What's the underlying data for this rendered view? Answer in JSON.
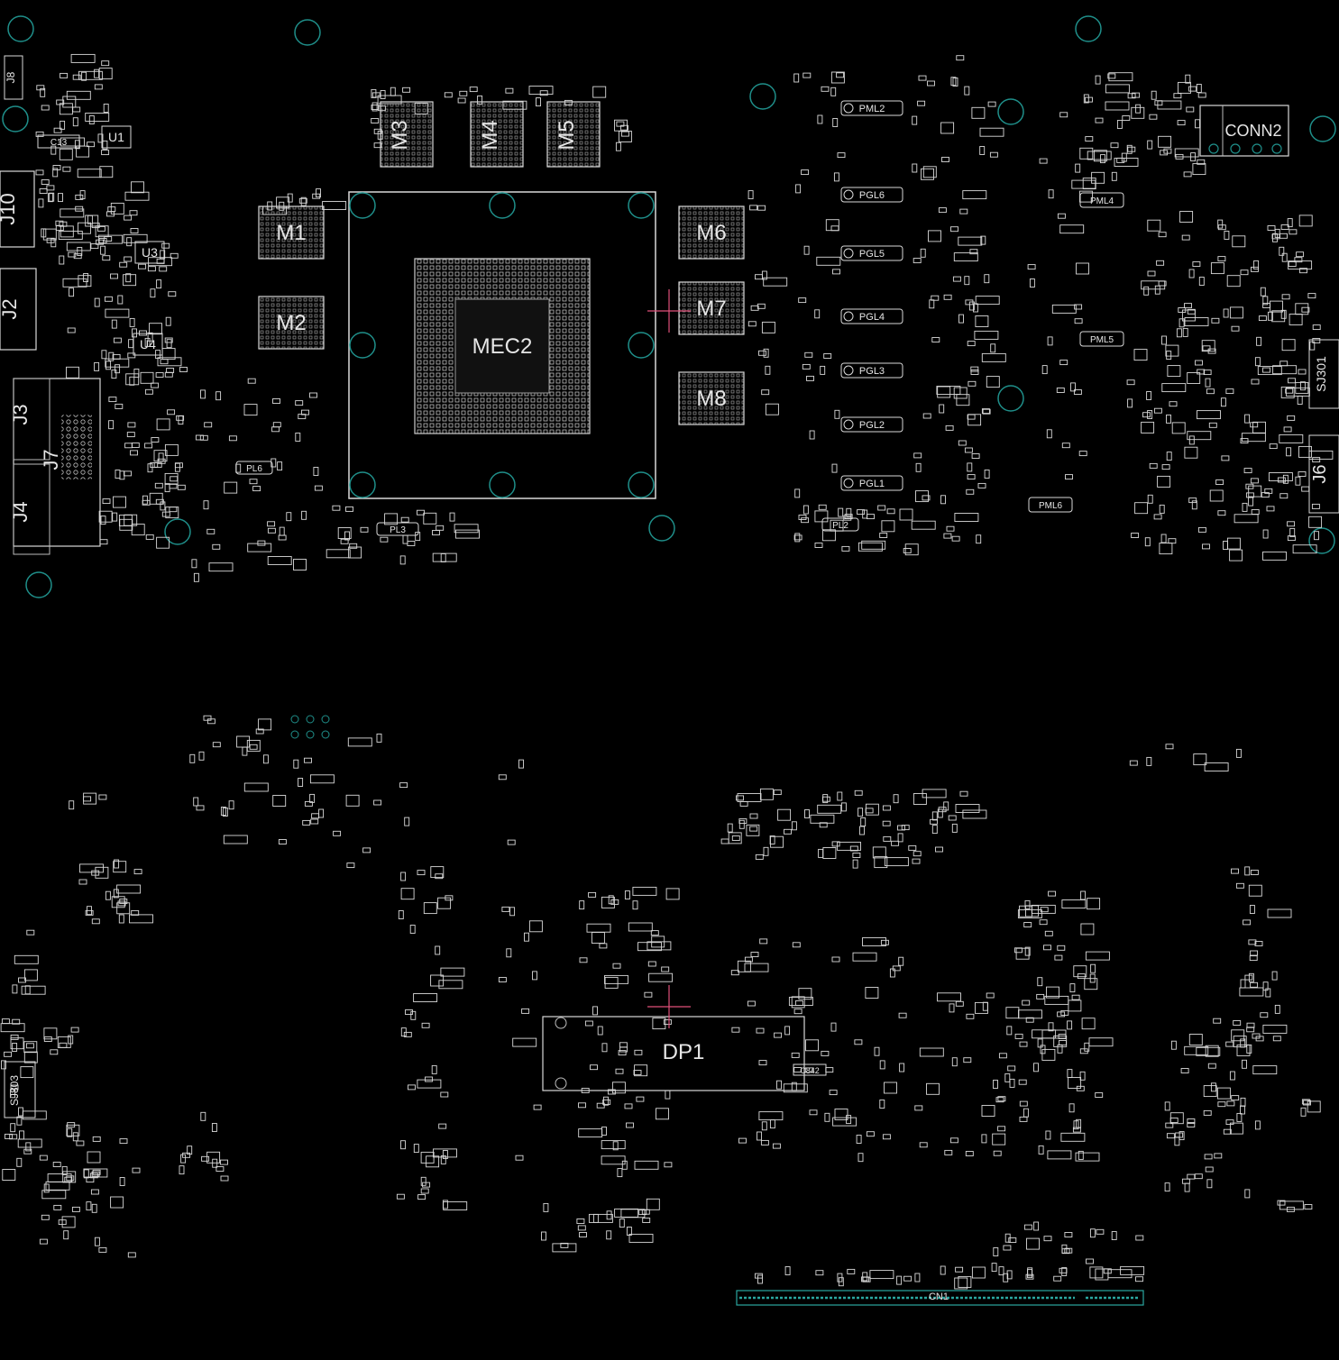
{
  "board": {
    "background": "#000000",
    "silk_color": "#d9d9d9",
    "hole_color": "#1f8f8a",
    "cross_color": "#e0507a",
    "cn_color": "#2aa7a0"
  },
  "labels": {
    "mec2": "MEC2",
    "m1": "M1",
    "m2": "M2",
    "m3": "M3",
    "m4": "M4",
    "m5": "M5",
    "m6": "M6",
    "m7": "M7",
    "m8": "M8",
    "j10": "J10",
    "j2": "J2",
    "j3": "J3",
    "j4": "J4",
    "j7": "J7",
    "j6": "J6",
    "j8": "J8",
    "u1": "U1",
    "u3": "U3",
    "u4": "U4",
    "c13": "C13",
    "conn2": "CONN2",
    "sj301": "SJ301",
    "sj803": "SJ803",
    "dp1": "DP1",
    "cn1": "CN1",
    "c842": "C842",
    "pml2": "PML2",
    "pml4": "PML4",
    "pml5": "PML5",
    "pml6": "PML6",
    "pgl6": "PGL6",
    "pgl5": "PGL5",
    "pgl4": "PGL4",
    "pgl3": "PGL3",
    "pgl2": "PGL2",
    "pgl1": "PGL1",
    "pl3": "PL3",
    "pl6": "PL6",
    "pl2": "PL2"
  }
}
